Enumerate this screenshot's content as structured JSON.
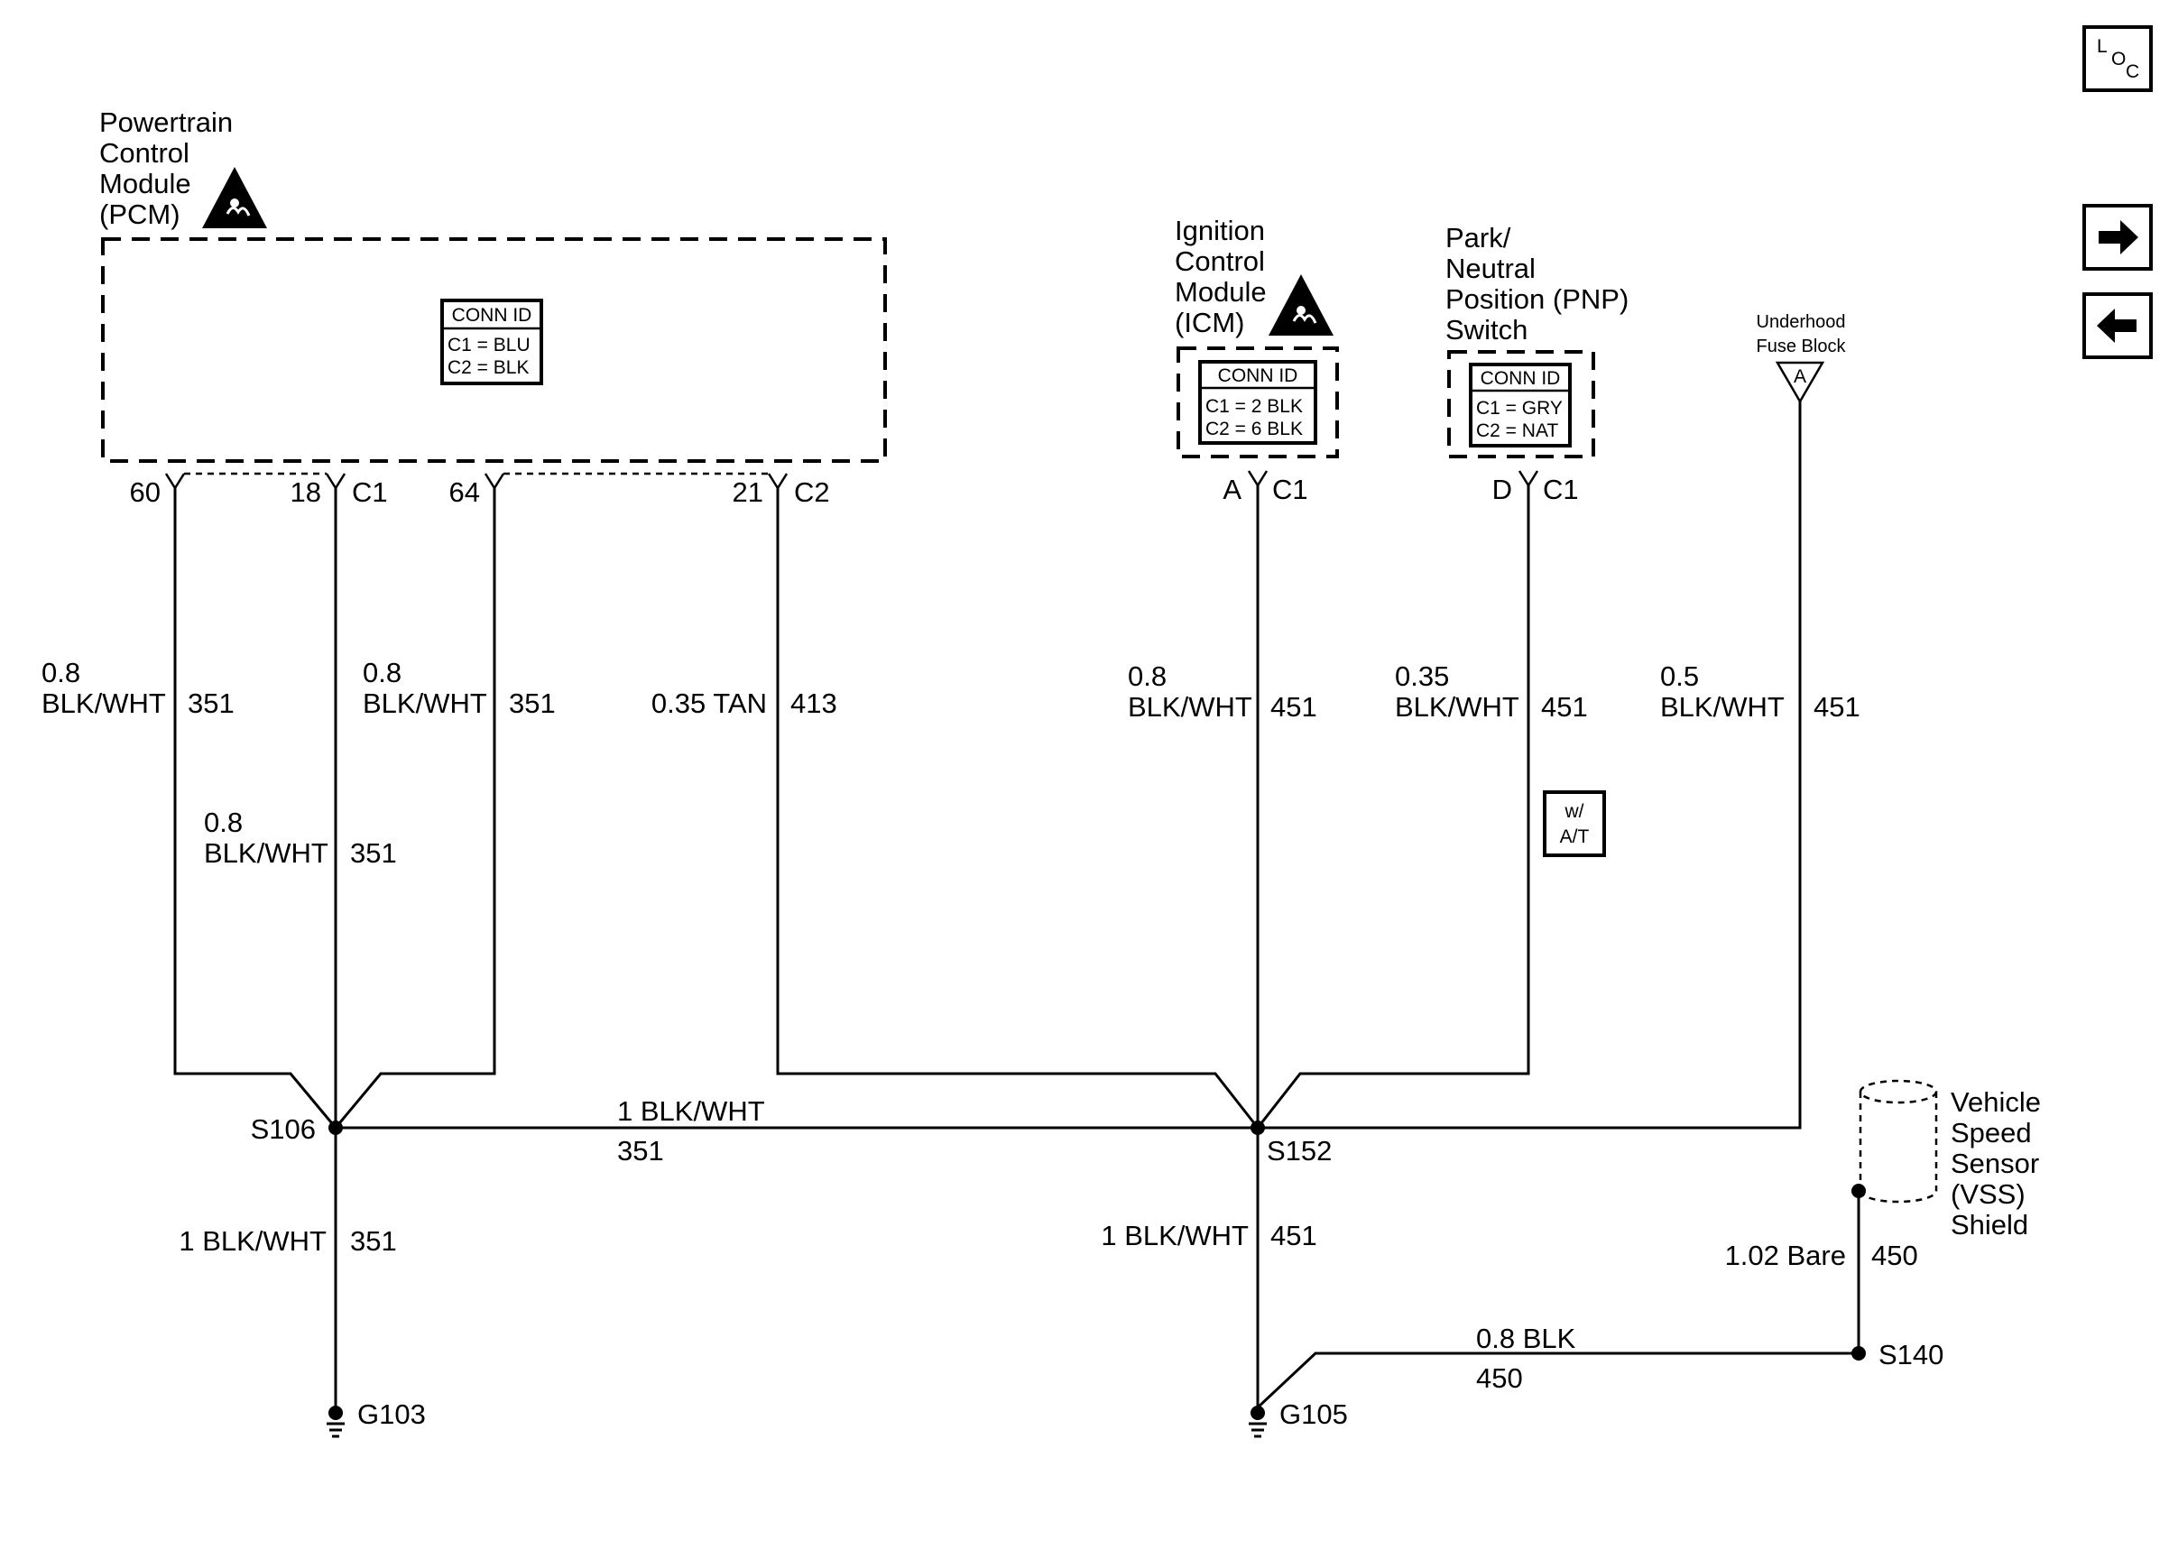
{
  "modules": {
    "pcm": {
      "name_lines": [
        "Powertrain",
        "Control",
        "Module",
        "(PCM)"
      ],
      "conn_id": {
        "title": "CONN ID",
        "lines": [
          "C1 = BLU",
          "C2 = BLK"
        ]
      }
    },
    "icm": {
      "name_lines": [
        "Ignition",
        "Control",
        "Module",
        "(ICM)"
      ],
      "conn_id": {
        "title": "CONN ID",
        "lines": [
          "C1 = 2 BLK",
          "C2 = 6 BLK"
        ]
      }
    },
    "pnp": {
      "name_lines": [
        "Park/",
        "Neutral",
        "Position (PNP)",
        "Switch"
      ],
      "conn_id": {
        "title": "CONN ID",
        "lines": [
          "C1 = GRY",
          "C2 = NAT"
        ]
      }
    },
    "fuse_block": {
      "name_lines": [
        "Underhood",
        "Fuse Block"
      ],
      "terminal": "A"
    },
    "vss_shield": {
      "name_lines": [
        "Vehicle",
        "Speed",
        "Sensor",
        "(VSS)",
        "Shield"
      ]
    }
  },
  "pins": {
    "pcm_60": "60",
    "pcm_18": "18",
    "pcm_c1": "C1",
    "pcm_64": "64",
    "pcm_21": "21",
    "pcm_c2": "C2",
    "icm_a": "A",
    "icm_c1": "C1",
    "pnp_d": "D",
    "pnp_c1": "C1"
  },
  "wires": {
    "w60": {
      "size": "0.8",
      "color": "BLK/WHT",
      "circuit": "351"
    },
    "w64": {
      "size": "0.8",
      "color": "BLK/WHT",
      "circuit": "351"
    },
    "w18": {
      "size": "0.8",
      "color": "BLK/WHT",
      "circuit": "351"
    },
    "w21": {
      "size_color": "0.35 TAN",
      "circuit": "413"
    },
    "w_icm": {
      "size": "0.8",
      "color": "BLK/WHT",
      "circuit": "451"
    },
    "w_pnp": {
      "size": "0.35",
      "color": "BLK/WHT",
      "circuit": "451"
    },
    "w_fuse": {
      "size": "0.5",
      "color": "BLK/WHT",
      "circuit": "451"
    },
    "w_s106_s152": {
      "size_color": "1 BLK/WHT",
      "circuit": "351"
    },
    "w_s106_g103": {
      "size_color": "1 BLK/WHT",
      "circuit": "351"
    },
    "w_s152_g105": {
      "size_color": "1 BLK/WHT",
      "circuit": "451"
    },
    "w_s140_g105": {
      "size_color": "0.8 BLK",
      "circuit": "450"
    },
    "w_vss_s140": {
      "size_color": "1.02 Bare",
      "circuit": "450"
    }
  },
  "option_box": [
    "w/",
    "A/T"
  ],
  "splices": {
    "s106": "S106",
    "s152": "S152",
    "s140": "S140"
  },
  "grounds": {
    "g103": "G103",
    "g105": "G105"
  },
  "nav": {
    "loc_l": "L",
    "loc_o": "O",
    "loc_c": "C"
  }
}
